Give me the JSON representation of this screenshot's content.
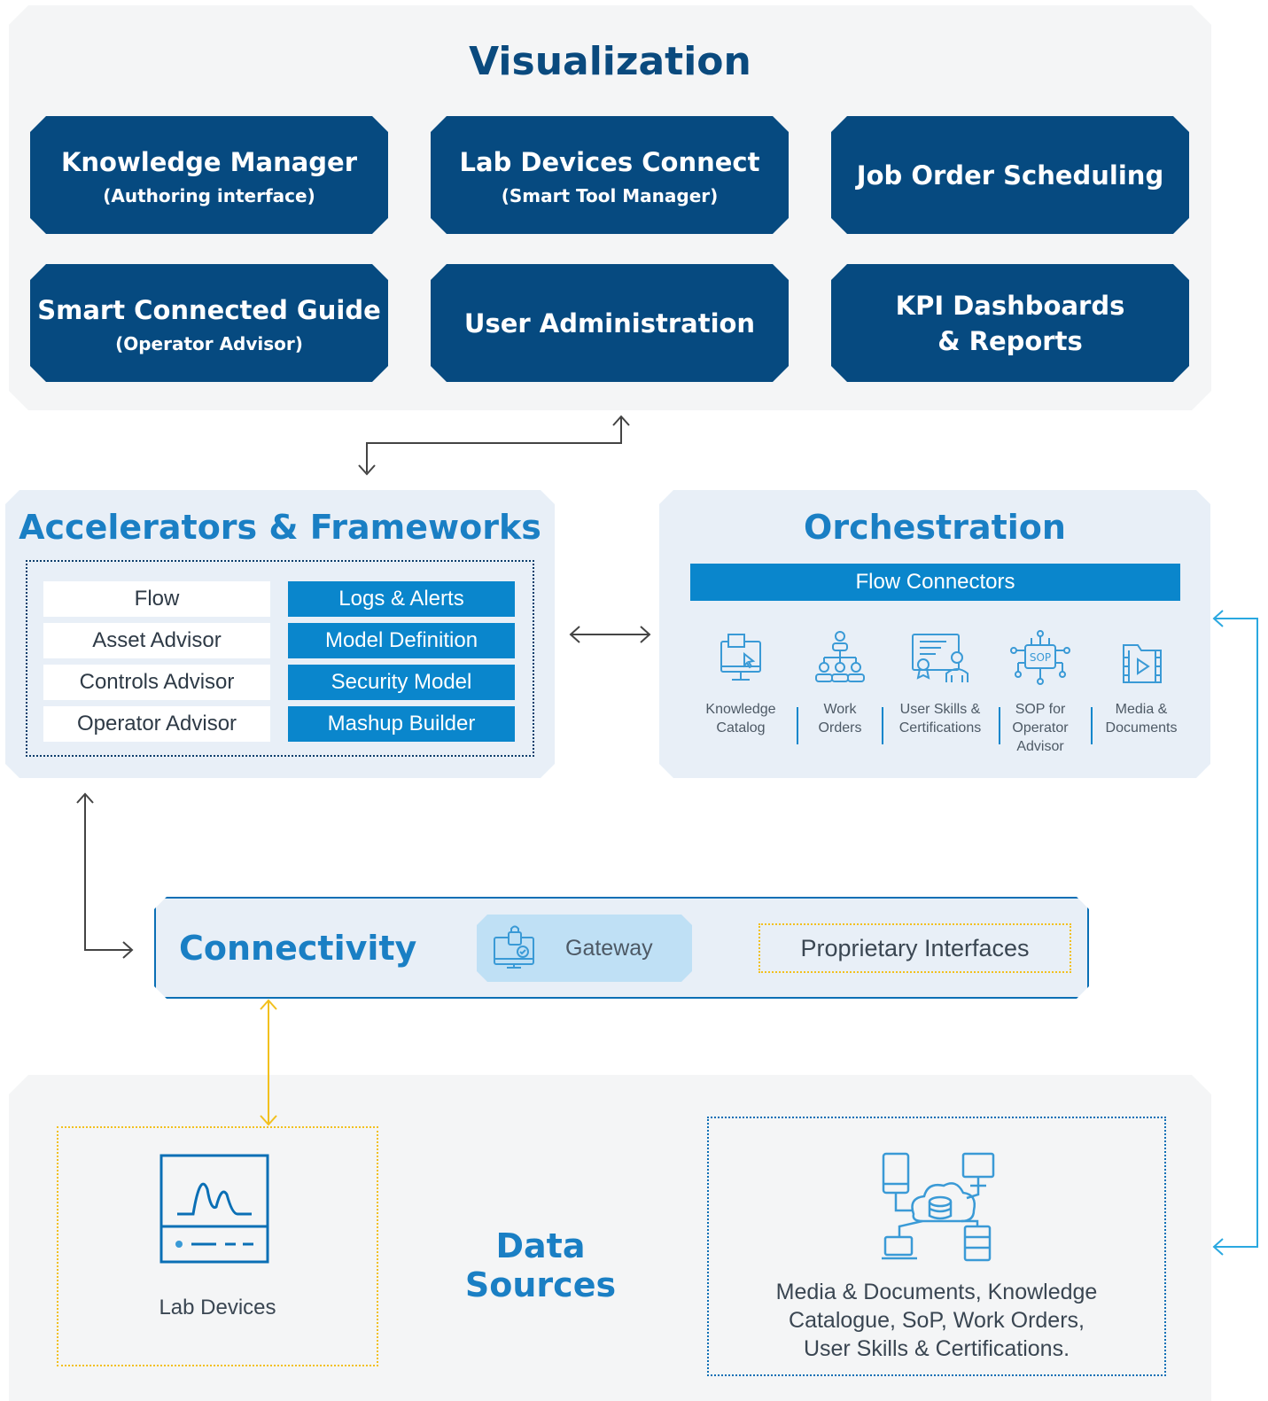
{
  "visualization": {
    "title": "Visualization",
    "modules": [
      {
        "name": "Knowledge Manager",
        "sub": "(Authoring interface)"
      },
      {
        "name": "Lab Devices Connect",
        "sub": "(Smart Tool Manager)"
      },
      {
        "name": "Job Order Scheduling",
        "sub": ""
      },
      {
        "name": "Smart Connected Guide",
        "sub": "(Operator Advisor)"
      },
      {
        "name": "User Administration",
        "sub": ""
      },
      {
        "name": "KPI Dashboards\n& Reports",
        "sub": ""
      }
    ]
  },
  "accelerators": {
    "title": "Accelerators & Frameworks",
    "left_items": [
      "Flow",
      "Asset Advisor",
      "Controls Advisor",
      "Operator Advisor"
    ],
    "right_items": [
      "Logs & Alerts",
      "Model Definition",
      "Security Model",
      "Mashup Builder"
    ]
  },
  "orchestration": {
    "title": "Orchestration",
    "bar_label": "Flow Connectors",
    "items": [
      {
        "label": "Knowledge\nCatalog",
        "icon": "monitor-cursor-icon"
      },
      {
        "label": "Work\nOrders",
        "icon": "org-chart-icon"
      },
      {
        "label": "User Skills &\nCertifications",
        "icon": "certificate-icon"
      },
      {
        "label": "SOP for\nOperator\nAdvisor",
        "icon": "sop-chip-icon"
      },
      {
        "label": "Media &\nDocuments",
        "icon": "media-folder-icon"
      }
    ]
  },
  "connectivity": {
    "title": "Connectivity",
    "gateway_label": "Gateway",
    "proprietary_label": "Proprietary Interfaces"
  },
  "data_sources": {
    "title": "Data Sources",
    "lab_label": "Lab Devices",
    "repo_text": "Media & Documents, Knowledge\nCatalogue, SoP, Work Orders,\nUser Skills & Certifications."
  },
  "colors": {
    "navy": "#064a80",
    "accent_blue": "#0a86cc",
    "title_blue": "#1a7fc4",
    "yellow": "#f2c01e",
    "cyan_arrow": "#2aa8e0"
  }
}
